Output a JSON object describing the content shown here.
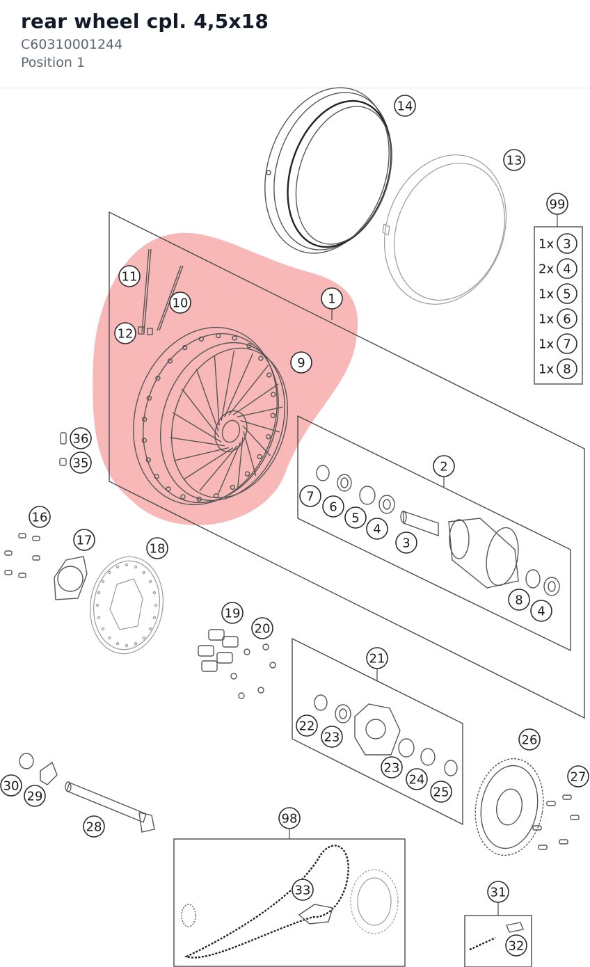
{
  "header": {
    "title": "rear wheel cpl. 4,5x18",
    "part_number": "C60310001244",
    "position": "Position 1"
  },
  "highlight_color": "#f7a4a4",
  "callouts": [
    {
      "id": "c1",
      "label": "1"
    },
    {
      "id": "c2",
      "label": "2"
    },
    {
      "id": "c3",
      "label": "3"
    },
    {
      "id": "c4a",
      "label": "4"
    },
    {
      "id": "c4b",
      "label": "4"
    },
    {
      "id": "c5",
      "label": "5"
    },
    {
      "id": "c6",
      "label": "6"
    },
    {
      "id": "c7",
      "label": "7"
    },
    {
      "id": "c8",
      "label": "8"
    },
    {
      "id": "c9",
      "label": "9"
    },
    {
      "id": "c10",
      "label": "10"
    },
    {
      "id": "c11",
      "label": "11"
    },
    {
      "id": "c12",
      "label": "12"
    },
    {
      "id": "c13",
      "label": "13"
    },
    {
      "id": "c14",
      "label": "14"
    },
    {
      "id": "c16",
      "label": "16"
    },
    {
      "id": "c17",
      "label": "17"
    },
    {
      "id": "c18",
      "label": "18"
    },
    {
      "id": "c19",
      "label": "19"
    },
    {
      "id": "c20",
      "label": "20"
    },
    {
      "id": "c21",
      "label": "21"
    },
    {
      "id": "c22",
      "label": "22"
    },
    {
      "id": "c23a",
      "label": "23"
    },
    {
      "id": "c23b",
      "label": "23"
    },
    {
      "id": "c24",
      "label": "24"
    },
    {
      "id": "c25",
      "label": "25"
    },
    {
      "id": "c26",
      "label": "26"
    },
    {
      "id": "c27",
      "label": "27"
    },
    {
      "id": "c28",
      "label": "28"
    },
    {
      "id": "c29",
      "label": "29"
    },
    {
      "id": "c30",
      "label": "30"
    },
    {
      "id": "c31",
      "label": "31"
    },
    {
      "id": "c32",
      "label": "32"
    },
    {
      "id": "c33",
      "label": "33"
    },
    {
      "id": "c35",
      "label": "35"
    },
    {
      "id": "c36",
      "label": "36"
    },
    {
      "id": "c98",
      "label": "98"
    },
    {
      "id": "c99",
      "label": "99"
    }
  ],
  "kit_99": [
    {
      "qty": "1x",
      "part": "3"
    },
    {
      "qty": "2x",
      "part": "4"
    },
    {
      "qty": "1x",
      "part": "5"
    },
    {
      "qty": "1x",
      "part": "6"
    },
    {
      "qty": "1x",
      "part": "7"
    },
    {
      "qty": "1x",
      "part": "8"
    }
  ]
}
